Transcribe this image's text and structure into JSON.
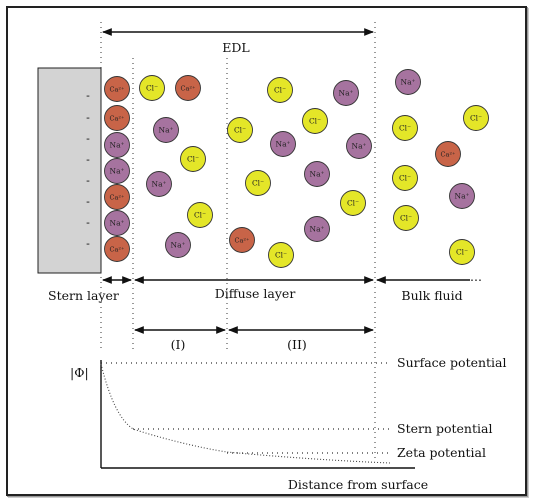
{
  "labels": {
    "edl": "EDL",
    "stern_layer": "Stern layer",
    "diffuse_layer": "Diffuse layer",
    "bulk_fluid": "Bulk fluid",
    "region_1": "(I)",
    "region_2": "(II)",
    "phi_axis": "|Φ|",
    "surface_potential": "Surface potential",
    "stern_potential": "Stern potential",
    "zeta_potential": "Zeta potential",
    "distance_axis": "Distance from surface",
    "ellipsis": "..."
  },
  "surface_charge_symbol": "-",
  "ion_types": {
    "ca": {
      "label": "Ca²⁺",
      "color": "#c86448"
    },
    "na": {
      "label": "Na⁺",
      "color": "#a6739f"
    },
    "cl": {
      "label": "Cl⁻",
      "color": "#e4e628"
    }
  },
  "stern_ions": [
    "ca",
    "ca",
    "na",
    "na",
    "ca",
    "na",
    "ca"
  ],
  "free_ions": [
    "cl",
    "ca",
    "na",
    "cl",
    "na",
    "cl",
    "na",
    "cl",
    "cl",
    "na",
    "cl",
    "na",
    "cl",
    "na",
    "ca",
    "na",
    "cl",
    "cl",
    "na",
    "na",
    "cl",
    "cl",
    "ca",
    "cl",
    "na",
    "cl",
    "cl"
  ]
}
